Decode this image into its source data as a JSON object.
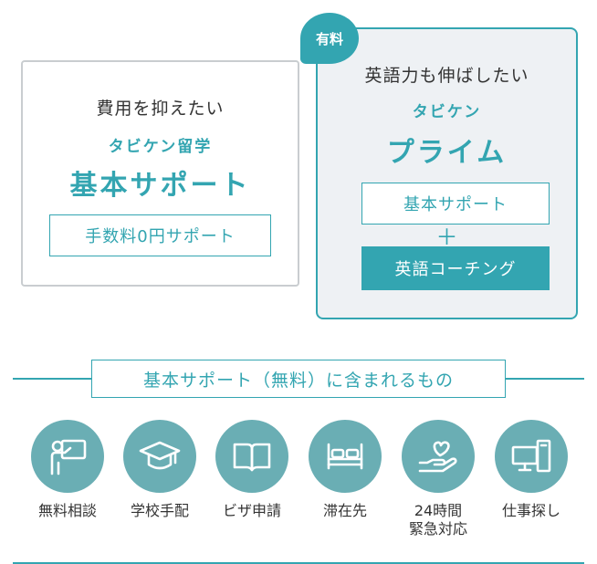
{
  "colors": {
    "accent": "#33a5b1",
    "icon_circle": "#6aaeb4",
    "card_border": "#c9cdd0",
    "prime_bg": "#eef1f4",
    "text": "#333333"
  },
  "basic_card": {
    "lead": "費用を抑えたい",
    "brand": "タビケン留学",
    "plan": "基本サポート",
    "box": "手数料0円サポート"
  },
  "prime_card": {
    "badge": "有料",
    "lead": "英語力も伸ばしたい",
    "brand": "タビケン",
    "plan": "プライム",
    "box_basic": "基本サポート",
    "plus": "＋",
    "box_coaching": "英語コーチング"
  },
  "section": {
    "title": "基本サポート（無料）に含まれるもの"
  },
  "features": [
    {
      "icon": "teacher-board-icon",
      "label": "無料相談"
    },
    {
      "icon": "graduation-cap-icon",
      "label": "学校手配"
    },
    {
      "icon": "passport-book-icon",
      "label": "ビザ申請"
    },
    {
      "icon": "bed-icon",
      "label": "滞在先"
    },
    {
      "icon": "heart-hand-icon",
      "label": "24時間",
      "label2": "緊急対応"
    },
    {
      "icon": "computer-icon",
      "label": "仕事探し"
    }
  ]
}
